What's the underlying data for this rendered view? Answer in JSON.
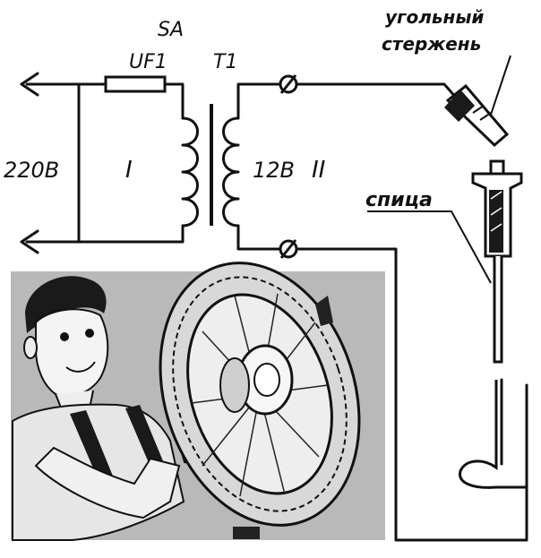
{
  "labels": {
    "switch": "SA",
    "fuse": "UF1",
    "transformer": "T1",
    "input_voltage": "220В",
    "primary_winding": "I",
    "output_voltage": "12В",
    "secondary_winding": "II",
    "carbon_rod_line1": "угольный",
    "carbon_rod_line2": "стержень",
    "spoke": "спица"
  },
  "colors": {
    "ink": "#111111",
    "photo_background": "#b9b9b9",
    "paper": "#ffffff"
  }
}
